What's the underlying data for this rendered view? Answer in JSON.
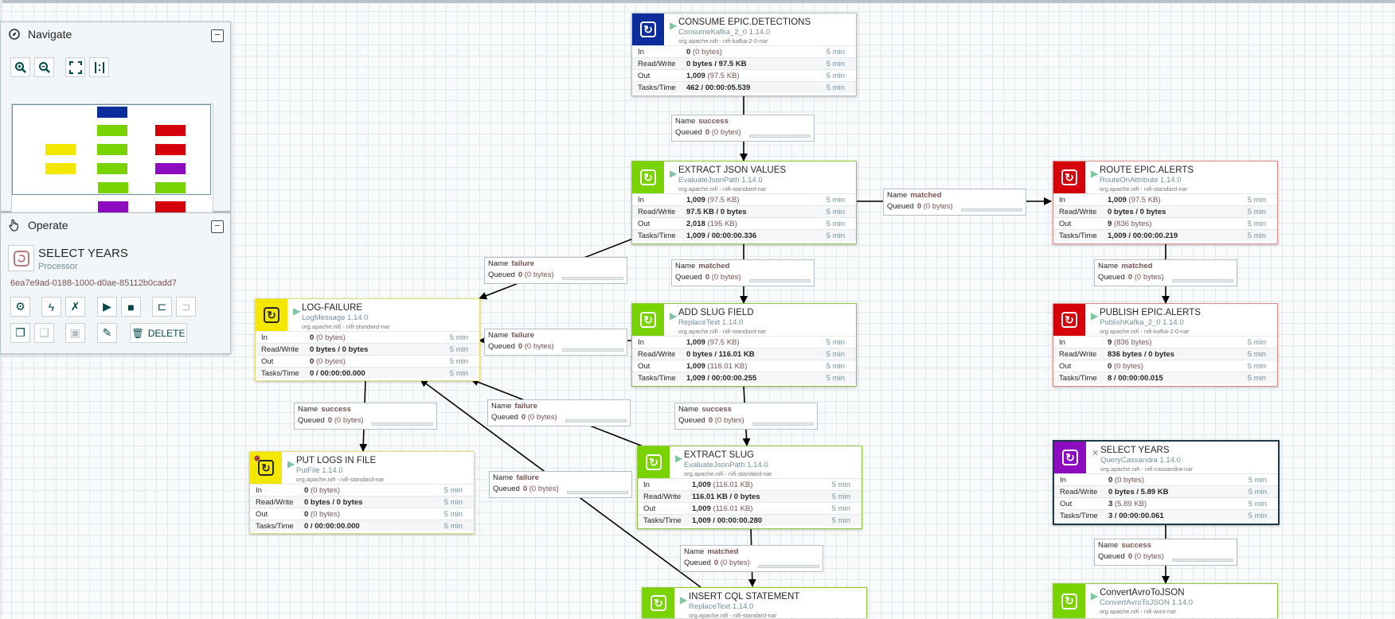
{
  "navigate": {
    "title": "Navigate",
    "collapse": "−"
  },
  "operate": {
    "title": "Operate",
    "collapse": "−",
    "selection_name": "SELECT YEARS",
    "selection_type": "Processor",
    "selection_id": "6ea7e9ad-0188-1000-d0ae-85112b0cadd7",
    "delete_label": "DELETE"
  },
  "colors": {
    "blue": "#0b2d9b",
    "green": "#78d300",
    "red": "#d6000a",
    "yellow": "#f4e800",
    "purple": "#8e0cbf"
  },
  "processors": {
    "consume": {
      "name": "CONSUME EPIC.DETECTIONS",
      "type": "ConsumeKafka_2_0 1.14.0",
      "bundle": "org.apache.nifi - nifi-kafka-2-0-nar",
      "in_v": "0",
      "in_s": "(0 bytes)",
      "rw_v": "0 bytes / 97.5 KB",
      "out_v": "1,009",
      "out_s": "(97.5 KB)",
      "tasks_v": "462 / 00:00:05.539"
    },
    "extract_json": {
      "name": "EXTRACT JSON VALUES",
      "type": "EvaluateJsonPath 1.14.0",
      "bundle": "org.apache.nifi - nifi-standard-nar",
      "in_v": "1,009",
      "in_s": "(97.5 KB)",
      "rw_v": "97.5 KB / 0 bytes",
      "out_v": "2,018",
      "out_s": "(195 KB)",
      "tasks_v": "1,009 / 00:00:00.336"
    },
    "route": {
      "name": "ROUTE EPIC.ALERTS",
      "type": "RouteOnAttribute 1.14.0",
      "bundle": "org.apache.nifi - nifi-standard-nar",
      "in_v": "1,009",
      "in_s": "(97.5 KB)",
      "rw_v": "0 bytes / 0 bytes",
      "out_v": "9",
      "out_s": "(836 bytes)",
      "tasks_v": "1,009 / 00:00:00.219"
    },
    "log_failure": {
      "name": "LOG-FAILURE",
      "type": "LogMessage 1.14.0",
      "bundle": "org.apache.nifi - nifi-standard-nar",
      "in_v": "0",
      "in_s": "(0 bytes)",
      "rw_v": "0 bytes / 0 bytes",
      "out_v": "0",
      "out_s": "(0 bytes)",
      "tasks_v": "0 / 00:00:00.000"
    },
    "add_slug": {
      "name": "ADD SLUG FIELD",
      "type": "ReplaceText 1.14.0",
      "bundle": "org.apache.nifi - nifi-standard-nar",
      "in_v": "1,009",
      "in_s": "(97.5 KB)",
      "rw_v": "0 bytes / 116.01 KB",
      "out_v": "1,009",
      "out_s": "(116.01 KB)",
      "tasks_v": "1,009 / 00:00:00.255"
    },
    "publish": {
      "name": "PUBLISH EPIC.ALERTS",
      "type": "PublishKafka_2_0 1.14.0",
      "bundle": "org.apache.nifi - nifi-kafka-2-0-nar",
      "in_v": "9",
      "in_s": "(836 bytes)",
      "rw_v": "836 bytes / 0 bytes",
      "out_v": "0",
      "out_s": "(0 bytes)",
      "tasks_v": "8 / 00:00:00.015"
    },
    "put_logs": {
      "name": "PUT LOGS IN FILE",
      "type": "PutFile 1.14.0",
      "bundle": "org.apache.nifi - nifi-standard-nar",
      "in_v": "0",
      "in_s": "(0 bytes)",
      "rw_v": "0 bytes / 0 bytes",
      "out_v": "0",
      "out_s": "(0 bytes)",
      "tasks_v": "0 / 00:00:00.000"
    },
    "extract_slug": {
      "name": "EXTRACT SLUG",
      "type": "EvaluateJsonPath 1.14.0",
      "bundle": "org.apache.nifi - nifi-standard-nar",
      "in_v": "1,009",
      "in_s": "(116.01 KB)",
      "rw_v": "116.01 KB / 0 bytes",
      "out_v": "1,009",
      "out_s": "(116.01 KB)",
      "tasks_v": "1,009 / 00:00:00.280"
    },
    "select_years": {
      "name": "SELECT YEARS",
      "type": "QueryCassandra 1.14.0",
      "bundle": "org.apache.nifi - nifi-cassandra-nar",
      "in_v": "0",
      "in_s": "(0 bytes)",
      "rw_v": "0 bytes / 5.89 KB",
      "out_v": "3",
      "out_s": "(5.89 KB)",
      "tasks_v": "3 / 00:00:00.061"
    },
    "insert_cql": {
      "name": "INSERT CQL STATEMENT",
      "type": "ReplaceText 1.14.0",
      "bundle": "org.apache.nifi - nifi-standard-nar"
    },
    "convert_avro": {
      "name": "ConvertAvroToJSON",
      "type": "ConvertAvroToJSON 1.14.0",
      "bundle": "org.apache.nifi - nifi-avro-nar"
    }
  },
  "stat_labels": {
    "in": "In",
    "rw": "Read/Write",
    "out": "Out",
    "tasks": "Tasks/Time",
    "window": "5 min"
  },
  "conn_labels": {
    "name": "Name",
    "queued": "Queued",
    "queued_value": "0",
    "queued_size": "(0 bytes)"
  },
  "connections": {
    "c1": "success",
    "c2": "matched",
    "c3": "failure",
    "c4": "matched",
    "c5": "matched",
    "c6": "failure",
    "c7": "success",
    "c8": "failure",
    "c9": "success",
    "c10": "failure",
    "c11": "matched",
    "c12": "success"
  }
}
